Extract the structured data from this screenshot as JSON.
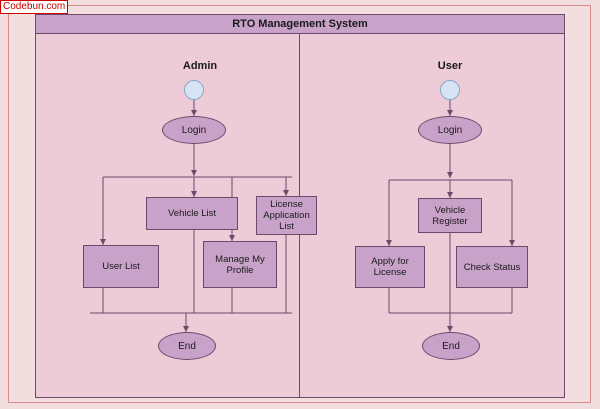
{
  "watermark": {
    "label": "Codebun.com"
  },
  "diagram": {
    "title": "RTO Management System",
    "type": "activity-diagram",
    "colors": {
      "page_background": "#f2dede",
      "lane_background": "#edccd8",
      "shape_fill": "#c9a2c9",
      "shape_border": "#6b4a6b",
      "start_node_fill": "#d6e4f5",
      "watermark_text": "#cc0000"
    },
    "lanes": [
      {
        "name": "admin",
        "title": "Admin",
        "nodes": [
          {
            "id": "admin-start",
            "type": "start",
            "label": ""
          },
          {
            "id": "admin-login",
            "type": "ellipse",
            "label": "Login"
          },
          {
            "id": "admin-vehicle-list",
            "type": "box",
            "label": "Vehicle List"
          },
          {
            "id": "admin-license-application-list",
            "type": "box",
            "label": "License Application List"
          },
          {
            "id": "admin-user-list",
            "type": "box",
            "label": "User List"
          },
          {
            "id": "admin-manage-my-profile",
            "type": "box",
            "label": "Manage My Profile"
          },
          {
            "id": "admin-end",
            "type": "ellipse",
            "label": "End"
          }
        ]
      },
      {
        "name": "user",
        "title": "User",
        "nodes": [
          {
            "id": "user-start",
            "type": "start",
            "label": ""
          },
          {
            "id": "user-login",
            "type": "ellipse",
            "label": "Login"
          },
          {
            "id": "user-vehicle-register",
            "type": "box",
            "label": "Vehicle Register"
          },
          {
            "id": "user-apply-for-license",
            "type": "box",
            "label": "Apply for License"
          },
          {
            "id": "user-check-status",
            "type": "box",
            "label": "Check Status"
          },
          {
            "id": "user-end",
            "type": "ellipse",
            "label": "End"
          }
        ]
      }
    ]
  }
}
